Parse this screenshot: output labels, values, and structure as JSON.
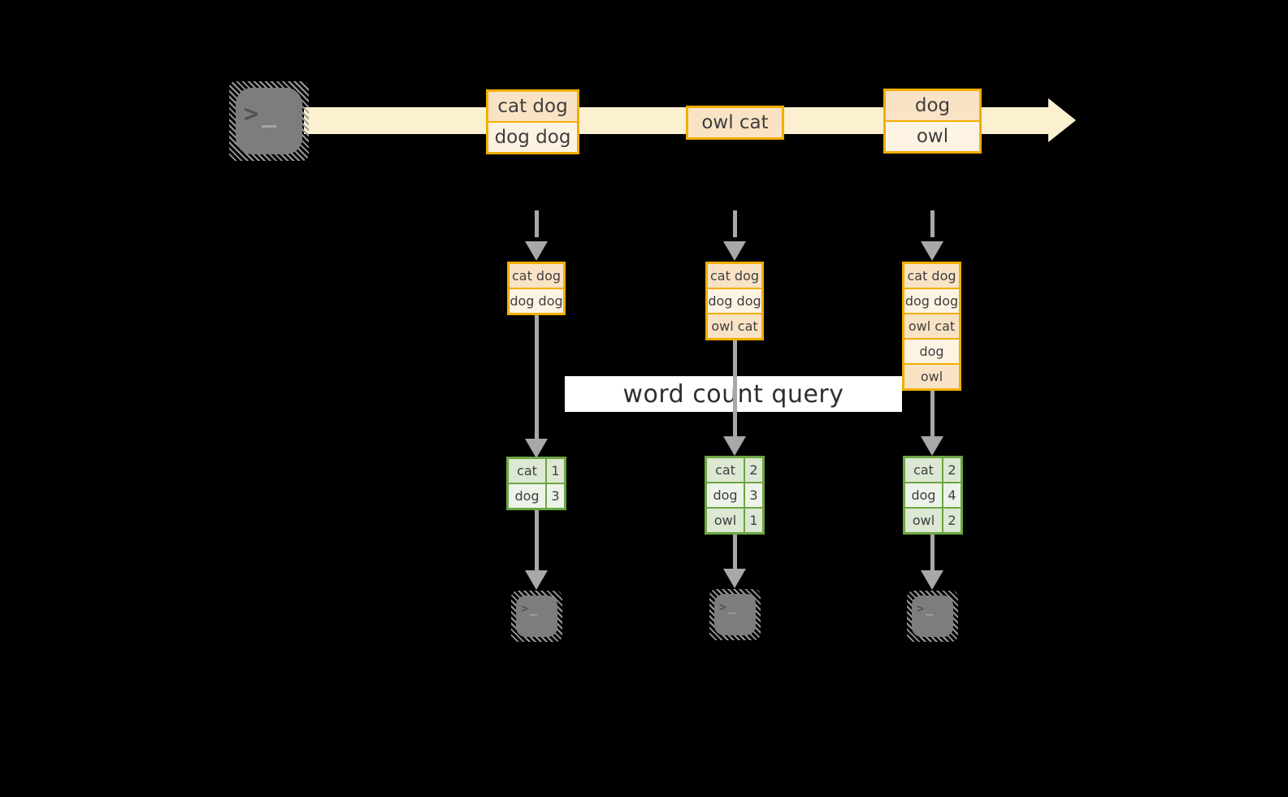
{
  "query_label": "word count query",
  "terminal": {
    "prompt": ">",
    "cursor": "_"
  },
  "stream_batches": [
    {
      "lines": [
        "cat dog",
        "dog dog"
      ]
    },
    {
      "lines": [
        "owl cat"
      ]
    },
    {
      "lines": [
        "dog",
        "owl"
      ]
    }
  ],
  "state_boxes": [
    {
      "lines": [
        "cat dog",
        "dog dog"
      ]
    },
    {
      "lines": [
        "cat dog",
        "dog dog",
        "owl cat"
      ]
    },
    {
      "lines": [
        "cat dog",
        "dog dog",
        "owl cat",
        "dog",
        "owl"
      ]
    }
  ],
  "count_tables": [
    {
      "rows": [
        [
          "cat",
          "1"
        ],
        [
          "dog",
          "3"
        ]
      ]
    },
    {
      "rows": [
        [
          "cat",
          "2"
        ],
        [
          "dog",
          "3"
        ],
        [
          "owl",
          "1"
        ]
      ]
    },
    {
      "rows": [
        [
          "cat",
          "2"
        ],
        [
          "dog",
          "4"
        ],
        [
          "owl",
          "2"
        ]
      ]
    }
  ],
  "colors": {
    "background": "#000000",
    "stream_band": "#fbf1d0",
    "box_border": "#f2ae00",
    "box_fill_peach": "#fae3c5",
    "box_fill_cream": "#fdf3e3",
    "table_border": "#6ca643",
    "table_fill_dark": "#dce8d2",
    "table_fill_light": "#edf3e9",
    "arrow_gray": "#a8a8a8",
    "terminal_gray": "#7d7d7d",
    "text_dark": "#3e3e3e"
  }
}
